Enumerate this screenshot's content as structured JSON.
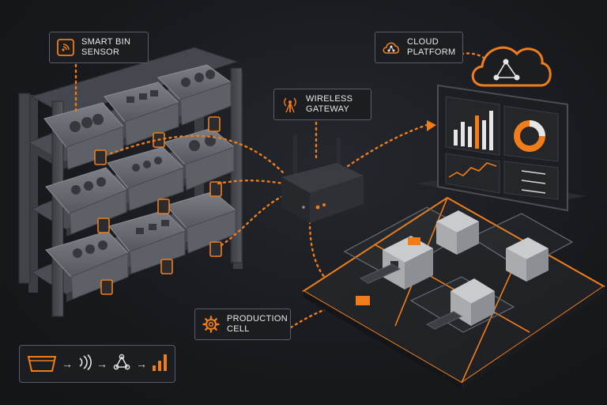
{
  "colors": {
    "accent": "#f07d1a",
    "background": "#17191d",
    "rack": "#4a4d53",
    "bin": "#6b6e74",
    "label_border": "#5a5d63"
  },
  "labels": {
    "smart_bin_sensor": "SMART BIN\nSENSOR",
    "wireless_gateway": "WIRELESS\nGATEWAY",
    "cloud_platform": "CLOUD\nPLATFORM",
    "production_cell": "PRODUCTION\nCELL"
  },
  "icons": {
    "smart_bin_sensor": "wifi-signal-icon",
    "wireless_gateway": "antenna-icon",
    "cloud_platform": "cloud-network-icon",
    "production_cell": "gear-icon"
  },
  "flow": [
    "bin-icon",
    "signal-icon",
    "network-icon",
    "bar-chart-icon"
  ]
}
